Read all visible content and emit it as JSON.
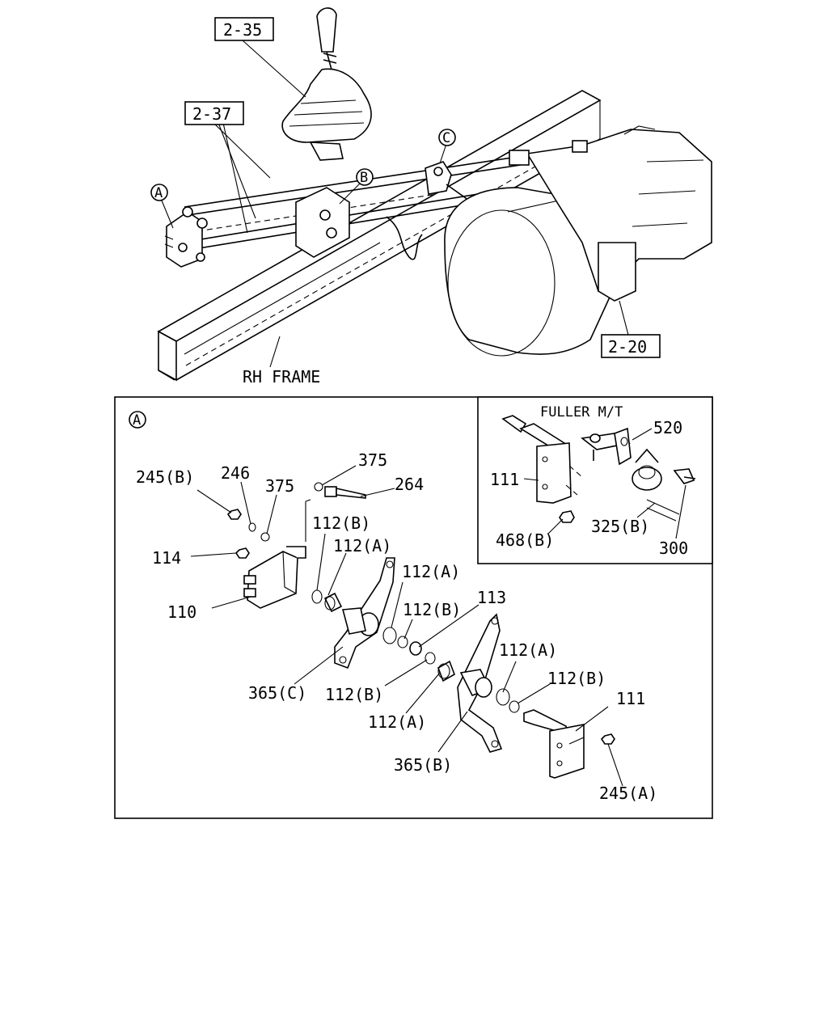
{
  "top_view": {
    "callouts": {
      "ref_2_35": "2-35",
      "ref_2_37": "2-37",
      "ref_2_20": "2-20",
      "circle_a": "A",
      "circle_b": "B",
      "circle_c": "C",
      "frame_label": "RH FRAME"
    }
  },
  "detail_a": {
    "marker": "A",
    "labels": {
      "p245b": "245(B)",
      "p246": "246",
      "p375_top": "375",
      "p375_left": "375",
      "p264": "264",
      "p112b_1": "112(B)",
      "p112a_1": "112(A)",
      "p114": "114",
      "p112a_2": "112(A)",
      "p112b_2": "112(B)",
      "p113": "113",
      "p110": "110",
      "p112a_3": "112(A)",
      "p112b_3": "112(B)",
      "p365c": "365(C)",
      "p112b_4": "112(B)",
      "p111_right": "111",
      "p112a_4": "112(A)",
      "p365b": "365(B)",
      "p245a": "245(A)"
    }
  },
  "fuller_inset": {
    "title": "FULLER M/T",
    "labels": {
      "p520": "520",
      "p111": "111",
      "p325b": "325(B)",
      "p468b": "468(B)",
      "p300": "300"
    }
  }
}
